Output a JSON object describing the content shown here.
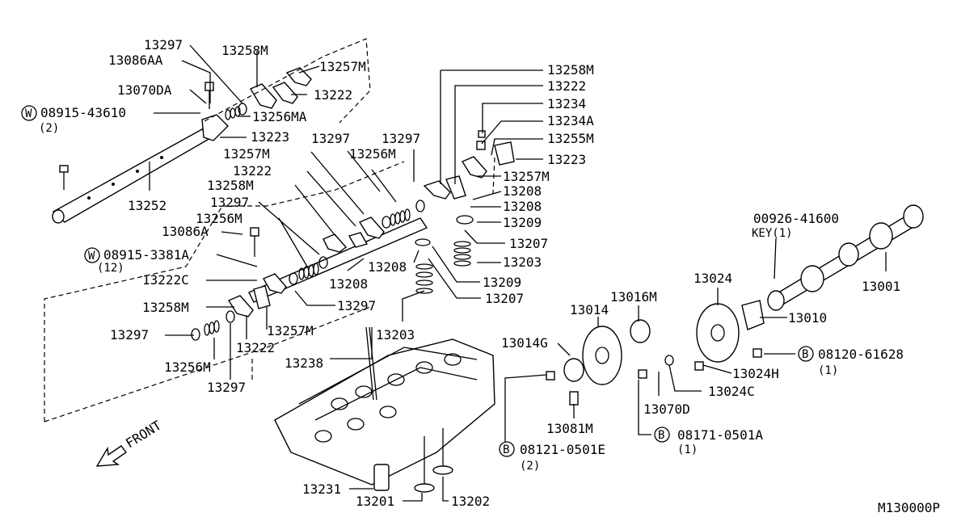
{
  "diagram_id": "M130000P",
  "front_label": "FRONT",
  "callouts": {
    "c13297a": "13297",
    "c13086AA": "13086AA",
    "c13070DA": "13070DA",
    "c08915_43610": "08915-43610",
    "c08915_43610_qty": "(2)",
    "c13258Ma": "13258M",
    "c13257Ma": "13257M",
    "c13222a": "13222",
    "c13256MA": "13256MA",
    "c13223a": "13223",
    "c13252": "13252",
    "c13297b": "13297",
    "c13297c": "13297",
    "c13257Mb": "13257M",
    "c13256Ma": "13256M",
    "c13222b": "13222",
    "c13258Mb": "13258M",
    "c13297d": "13297",
    "c13256Mb": "13256M",
    "c13086A": "13086A",
    "c08915_3381A": "08915-3381A",
    "c08915_3381A_qty": "(12)",
    "c13222C": "13222C",
    "c13208a": "13208",
    "c13258Mc": "13258M",
    "c13297e": "13297",
    "c13257Mc": "13257M",
    "c13297f": "13297",
    "c13222c": "13222",
    "c13256Mc": "13256M",
    "c13297g": "13297",
    "c13238": "13238",
    "c13258Md": "13258M",
    "c13222d": "13222",
    "c13234": "13234",
    "c13234A": "13234A",
    "c13255M": "13255M",
    "c13223b": "13223",
    "c13257Md": "13257M",
    "c13208b": "13208",
    "c13208c": "13208",
    "c13209a": "13209",
    "c13207a": "13207",
    "c13203a": "13203",
    "c13208d": "13208",
    "c13209b": "13209",
    "c13207b": "13207",
    "c13203b": "13203",
    "c00926_41600": "00926-41600",
    "c00926_key": "KEY(1)",
    "c13001": "13001",
    "c13024": "13024",
    "c13010": "13010",
    "c13016M": "13016M",
    "c13014": "13014",
    "c13014G": "13014G",
    "c08120_61628": "08120-61628",
    "c08120_qty": "(1)",
    "c13024H": "13024H",
    "c13024C": "13024C",
    "c13070D": "13070D",
    "c13081M": "13081M",
    "c08171_0501A": "08171-0501A",
    "c08171_qty": "(1)",
    "c08121_0501E": "08121-0501E",
    "c08121_qty": "(2)",
    "c13231": "13231",
    "c13201": "13201",
    "c13202": "13202"
  },
  "badges": {
    "w1": "W",
    "w2": "W",
    "b1": "B",
    "b2": "B",
    "b3": "B"
  }
}
